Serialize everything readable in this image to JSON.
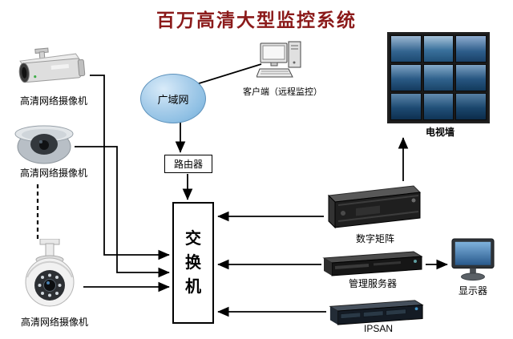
{
  "title": "百万高清大型监控系统",
  "nodes": {
    "camera1": {
      "label": "高清网络摄像机"
    },
    "camera2": {
      "label": "高清网络摄像机"
    },
    "camera3": {
      "label": "高清网络摄像机"
    },
    "wan": {
      "label": "广域网"
    },
    "client": {
      "label": "客户端（远程监控）"
    },
    "router": {
      "label": "路由器"
    },
    "switch": {
      "label": "交换机"
    },
    "tvwall": {
      "label": "电视墙"
    },
    "matrix": {
      "label": "数字矩阵"
    },
    "server": {
      "label": "管理服务器"
    },
    "ipsan": {
      "label": "IPSAN"
    },
    "monitor": {
      "label": "显示器"
    }
  },
  "colors": {
    "title_color": "#8b1a1a",
    "cloud_fill": "#8fc0e4",
    "wire_color": "#000000"
  }
}
